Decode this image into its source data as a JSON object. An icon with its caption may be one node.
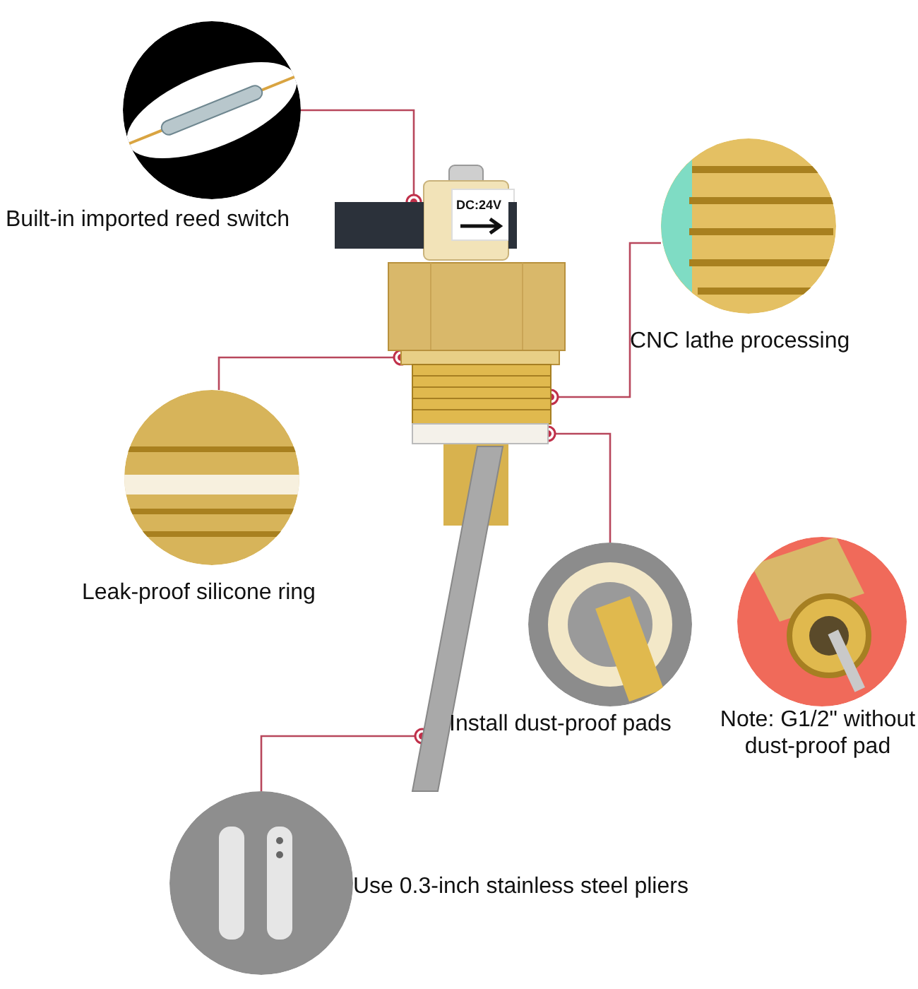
{
  "diagram": {
    "nodes": [
      {
        "text": [
          "Built-in imported reed switch"
        ]
      },
      {
        "text": [],
        "shape": "picture"
      },
      {
        "text": [
          "CNC lathe processing"
        ]
      },
      {
        "text": [],
        "shape": "box"
      },
      {
        "text": [],
        "shape": "picture"
      },
      {
        "text": [
          "Leak-proof silicone ring"
        ]
      },
      {
        "text": [],
        "shape": "box"
      },
      {
        "text": [
          "Install dust-proof pads"
        ]
      },
      {
        "text": [
          "Note: G1/2\" without dust-proof pad"
        ]
      },
      {
        "text": [],
        "shape": "picture"
      },
      {
        "text": [
          "Use 0.3-inch stainless steel pliers"
        ]
      }
    ],
    "edges": [
      {
        "from": 0,
        "to": 1,
        "arrow": "other"
      },
      {
        "from": 2,
        "to": 4,
        "arrow": "other"
      },
      {
        "from": 5,
        "to": 3,
        "arrow": "other"
      },
      {
        "from": 7,
        "to": 6,
        "arrow": "other"
      },
      {
        "from": 10,
        "to": 9,
        "arrow": "other"
      }
    ],
    "labels": [
      "DC:24V"
    ]
  }
}
